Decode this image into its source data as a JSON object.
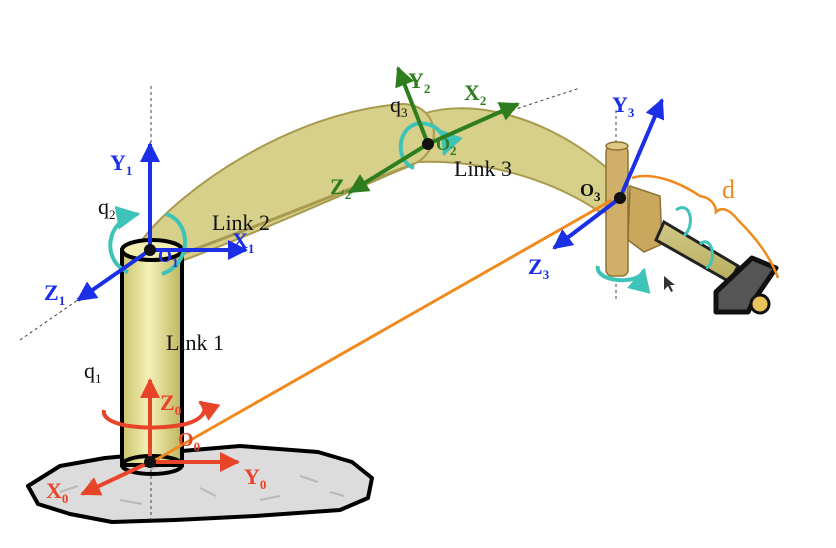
{
  "colors": {
    "blue": "#1a2fe6",
    "green": "#2e7d1f",
    "red": "#e8442a",
    "orange": "#f08a1e",
    "cyan": "#3ec3b8",
    "link_fill": "#d6d08a",
    "link_edge": "#a89a4e",
    "base_fill": "#d9d9d9"
  },
  "links": {
    "link1": "Link 1",
    "link2": "Link 2",
    "link3": "Link 3"
  },
  "joints": {
    "q1": {
      "main": "q",
      "sub": "1"
    },
    "q2": {
      "main": "q",
      "sub": "2"
    },
    "q3": {
      "main": "q",
      "sub": "3"
    }
  },
  "frames": {
    "frame0": {
      "origin": {
        "main": "O",
        "sub": "0"
      },
      "x": {
        "main": "X",
        "sub": "0"
      },
      "y": {
        "main": "Y",
        "sub": "0"
      },
      "z": {
        "main": "Z",
        "sub": "0"
      }
    },
    "frame1": {
      "origin": {
        "main": "O",
        "sub": "1"
      },
      "x": {
        "main": "X",
        "sub": "1"
      },
      "y": {
        "main": "Y",
        "sub": "1"
      },
      "z": {
        "main": "Z",
        "sub": "1"
      }
    },
    "frame2": {
      "origin": {
        "main": "O",
        "sub": "2"
      },
      "x": {
        "main": "X",
        "sub": "2"
      },
      "y": {
        "main": "Y",
        "sub": "2"
      },
      "z": {
        "main": "Z",
        "sub": "2"
      }
    },
    "frame3": {
      "origin": {
        "main": "O",
        "sub": "3"
      },
      "y": {
        "main": "Y",
        "sub": "3"
      },
      "z": {
        "main": "Z",
        "sub": "3"
      }
    }
  },
  "prismatic_extension": "d"
}
